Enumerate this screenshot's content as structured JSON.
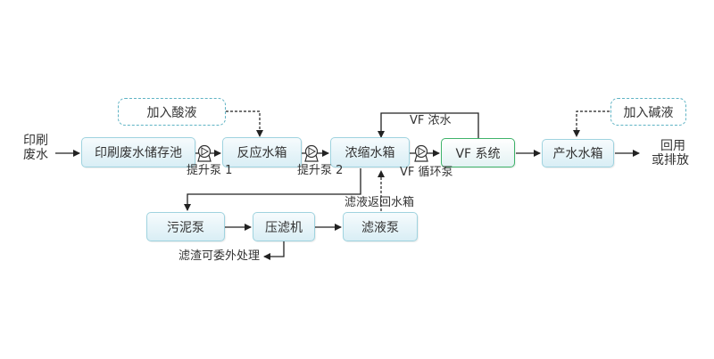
{
  "inputs": {
    "source_line1": "印刷",
    "source_line2": "废水",
    "acid": "加入酸液",
    "alkali": "加入碱液"
  },
  "boxes": {
    "storage": "印刷废水储存池",
    "reaction": "反应水箱",
    "concentrate": "浓缩水箱",
    "vf": "VF 系统",
    "product": "产水水箱",
    "sludge_pump": "污泥泵",
    "filter_press": "压滤机",
    "filtrate_pump": "滤液泵"
  },
  "labels": {
    "pump1": "提升泵 1",
    "pump2": "提升泵 2",
    "vf_pump": "VF 循环泵",
    "vf_concentrate": "VF 浓水",
    "filtrate_return": "滤液返回水箱",
    "residue": "滤渣可委外处理",
    "output_line1": "回用",
    "output_line2": "或排放"
  },
  "colors": {
    "box_border": "#9fd3df",
    "vf_border": "#3fb36a",
    "dashed_border": "#5fb3c4",
    "line": "#222222"
  }
}
